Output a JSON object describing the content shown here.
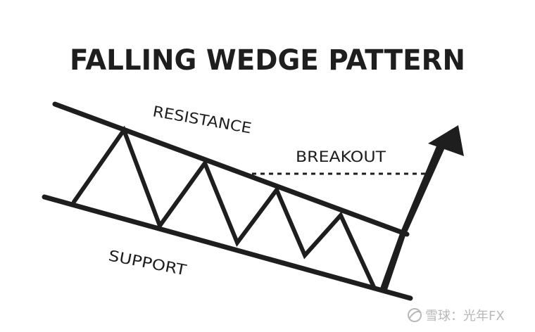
{
  "title": "FALLING WEDGE PATTERN",
  "labels": {
    "resistance": "RESISTANCE",
    "breakout": "BREAKOUT",
    "support": "SUPPORT"
  },
  "watermark": {
    "text": "雪球：光年FX",
    "icon": "snowball-logo-icon"
  },
  "colors": {
    "ink": "#1e1e1e",
    "background": "#ffffff",
    "watermark": "#b8b8b8"
  }
}
